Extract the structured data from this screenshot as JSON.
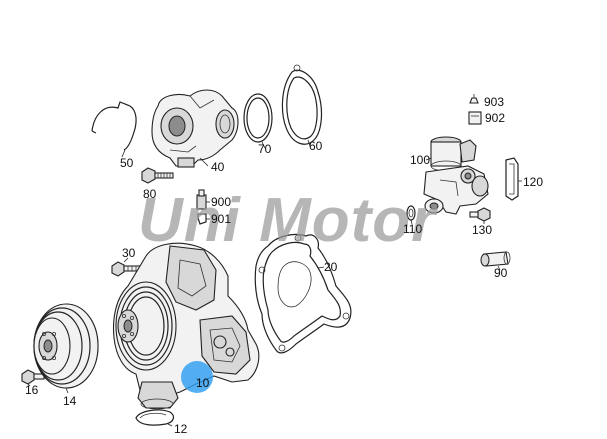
{
  "watermark": "Uni Motor",
  "callouts": {
    "p903": "903",
    "p902": "902",
    "p100": "100",
    "p120": "120",
    "p110": "110",
    "p130": "130",
    "p90": "90",
    "p50": "50",
    "p40": "40",
    "p70": "70",
    "p60": "60",
    "p80": "80",
    "p900": "900",
    "p901": "901",
    "p30": "30",
    "p20": "20",
    "p10": "10",
    "p16": "16",
    "p14": "14",
    "p12": "12"
  },
  "highlight": {
    "part": "10",
    "color": "#2f9ff0"
  }
}
